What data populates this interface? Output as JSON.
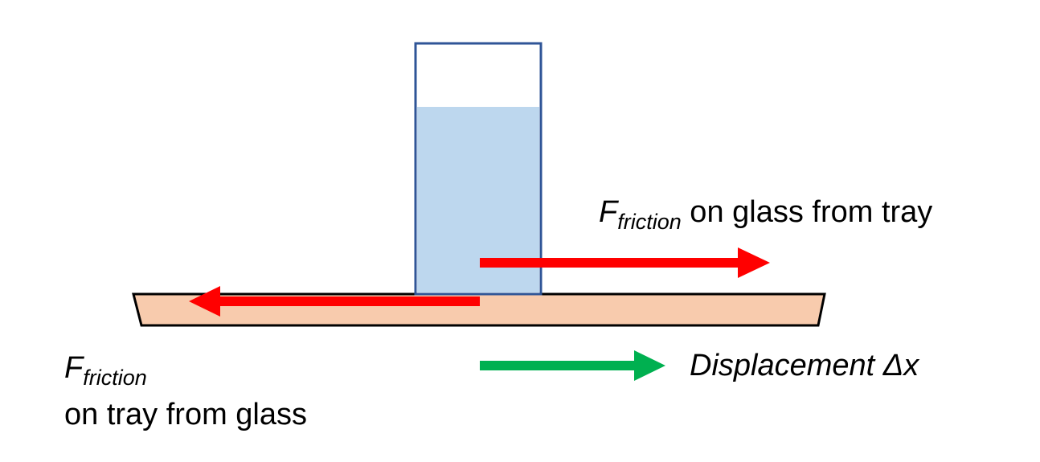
{
  "colors": {
    "background": "#ffffff",
    "tray_fill": "#f8cbad",
    "tray_stroke": "#000000",
    "glass_stroke": "#2f5597",
    "glass_fill": "#ffffff",
    "liquid_fill": "#bdd7ee",
    "friction_arrow": "#ff0000",
    "displacement_arrow": "#00b050"
  },
  "labels": {
    "friction_on_glass": {
      "symbol": "F",
      "subscript": "friction",
      "text": " on glass from tray"
    },
    "friction_on_tray": {
      "symbol": "F",
      "subscript": "friction",
      "text": "on tray from glass"
    },
    "displacement": {
      "text": "Displacement Δx"
    }
  },
  "icons": {
    "friction_on_glass_arrow": "arrow-right",
    "friction_on_tray_arrow": "arrow-left",
    "displacement_arrow": "arrow-right"
  }
}
